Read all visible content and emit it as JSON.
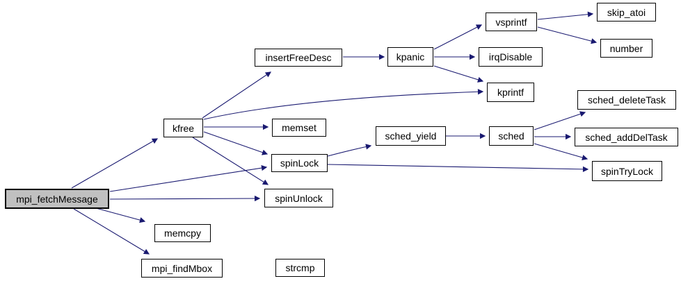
{
  "diagram": {
    "type": "call-graph",
    "colors": {
      "background": "#ffffff",
      "edge": "#191970",
      "node_border": "#000000",
      "node_fill": "#ffffff",
      "highlight_fill": "#c0c0c0"
    },
    "nodes": [
      {
        "id": "mpi_fetchMessage",
        "label": "mpi_fetchMessage",
        "highlighted": true
      },
      {
        "id": "kfree",
        "label": "kfree",
        "highlighted": false
      },
      {
        "id": "insertFreeDesc",
        "label": "insertFreeDesc",
        "highlighted": false
      },
      {
        "id": "memset",
        "label": "memset",
        "highlighted": false
      },
      {
        "id": "spinLock",
        "label": "spinLock",
        "highlighted": false
      },
      {
        "id": "spinUnlock",
        "label": "spinUnlock",
        "highlighted": false
      },
      {
        "id": "memcpy",
        "label": "memcpy",
        "highlighted": false
      },
      {
        "id": "mpi_findMbox",
        "label": "mpi_findMbox",
        "highlighted": false
      },
      {
        "id": "strcmp",
        "label": "strcmp",
        "highlighted": false
      },
      {
        "id": "kpanic",
        "label": "kpanic",
        "highlighted": false
      },
      {
        "id": "vsprintf",
        "label": "vsprintf",
        "highlighted": false
      },
      {
        "id": "irqDisable",
        "label": "irqDisable",
        "highlighted": false
      },
      {
        "id": "kprintf",
        "label": "kprintf",
        "highlighted": false
      },
      {
        "id": "skip_atoi",
        "label": "skip_atoi",
        "highlighted": false
      },
      {
        "id": "number",
        "label": "number",
        "highlighted": false
      },
      {
        "id": "sched_yield",
        "label": "sched_yield",
        "highlighted": false
      },
      {
        "id": "sched",
        "label": "sched",
        "highlighted": false
      },
      {
        "id": "sched_deleteTask",
        "label": "sched_deleteTask",
        "highlighted": false
      },
      {
        "id": "sched_addDelTask",
        "label": "sched_addDelTask",
        "highlighted": false
      },
      {
        "id": "spinTryLock",
        "label": "spinTryLock",
        "highlighted": false
      }
    ],
    "edges": [
      {
        "from": "mpi_fetchMessage",
        "to": "kfree"
      },
      {
        "from": "mpi_fetchMessage",
        "to": "spinLock"
      },
      {
        "from": "mpi_fetchMessage",
        "to": "spinUnlock"
      },
      {
        "from": "mpi_fetchMessage",
        "to": "memcpy"
      },
      {
        "from": "mpi_fetchMessage",
        "to": "mpi_findMbox"
      },
      {
        "from": "kfree",
        "to": "insertFreeDesc"
      },
      {
        "from": "kfree",
        "to": "kprintf"
      },
      {
        "from": "kfree",
        "to": "memset"
      },
      {
        "from": "kfree",
        "to": "spinLock"
      },
      {
        "from": "kfree",
        "to": "spinUnlock"
      },
      {
        "from": "insertFreeDesc",
        "to": "kpanic"
      },
      {
        "from": "kpanic",
        "to": "vsprintf"
      },
      {
        "from": "kpanic",
        "to": "irqDisable"
      },
      {
        "from": "kpanic",
        "to": "kprintf"
      },
      {
        "from": "vsprintf",
        "to": "skip_atoi"
      },
      {
        "from": "vsprintf",
        "to": "number"
      },
      {
        "from": "sched_yield",
        "to": "sched"
      },
      {
        "from": "sched",
        "to": "sched_deleteTask"
      },
      {
        "from": "sched",
        "to": "sched_addDelTask"
      },
      {
        "from": "sched",
        "to": "spinTryLock"
      },
      {
        "from": "spinLock",
        "to": "sched_yield"
      },
      {
        "from": "spinLock",
        "to": "spinTryLock"
      }
    ]
  }
}
